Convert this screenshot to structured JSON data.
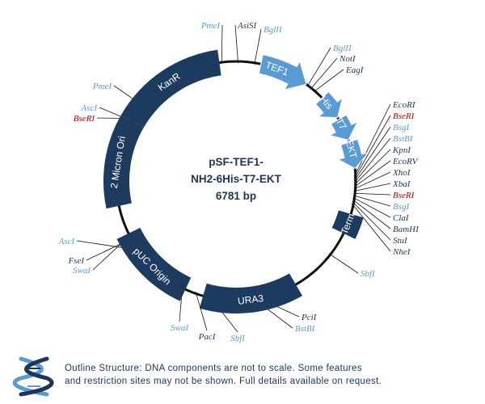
{
  "plasmid": {
    "name_line1": "pSF-TEF1-",
    "name_line2": "NH2-6His-T7-EKT",
    "size": "6781 bp"
  },
  "features": [
    {
      "name": "KanR",
      "kind": "block"
    },
    {
      "name": "TEF1",
      "kind": "arrow"
    },
    {
      "name": "His",
      "kind": "arrow"
    },
    {
      "name": "T7",
      "kind": "arrow"
    },
    {
      "name": "EKT",
      "kind": "arrow"
    },
    {
      "name": "Term",
      "kind": "block"
    },
    {
      "name": "URA3",
      "kind": "block"
    },
    {
      "name": "pUC Origin",
      "kind": "block"
    },
    {
      "name": "2 Micron Ori",
      "kind": "block"
    }
  ],
  "sites": [
    {
      "name": "PmeI",
      "style": "light"
    },
    {
      "name": "AsiSI",
      "style": "dark"
    },
    {
      "name": "BglII",
      "style": "light"
    },
    {
      "name": "BglII",
      "style": "light"
    },
    {
      "name": "NotI",
      "style": "dark"
    },
    {
      "name": "EagI",
      "style": "dark"
    },
    {
      "name": "EcoRI",
      "style": "dark"
    },
    {
      "name": "BseRI",
      "style": "red"
    },
    {
      "name": "BsgI",
      "style": "light"
    },
    {
      "name": "BstBI",
      "style": "light"
    },
    {
      "name": "KpnI",
      "style": "dark"
    },
    {
      "name": "EcoRV",
      "style": "dark"
    },
    {
      "name": "XhoI",
      "style": "dark"
    },
    {
      "name": "XbaI",
      "style": "dark"
    },
    {
      "name": "BseRI",
      "style": "red"
    },
    {
      "name": "BsgI",
      "style": "light"
    },
    {
      "name": "ClaI",
      "style": "dark"
    },
    {
      "name": "BamHI",
      "style": "dark"
    },
    {
      "name": "StuI",
      "style": "dark"
    },
    {
      "name": "NheI",
      "style": "dark"
    },
    {
      "name": "SbfI",
      "style": "light"
    },
    {
      "name": "PciI",
      "style": "dark"
    },
    {
      "name": "BstBI",
      "style": "light"
    },
    {
      "name": "SbfI",
      "style": "light"
    },
    {
      "name": "PacI",
      "style": "dark"
    },
    {
      "name": "SwaI",
      "style": "light"
    },
    {
      "name": "SwaI",
      "style": "light"
    },
    {
      "name": "FseI",
      "style": "dark"
    },
    {
      "name": "AscI",
      "style": "light"
    },
    {
      "name": "BseRI",
      "style": "red"
    },
    {
      "name": "AscI",
      "style": "light"
    },
    {
      "name": "PmeI",
      "style": "light"
    }
  ],
  "footer": {
    "line1": "Outline Structure: DNA components are not to scale. Some features",
    "line2": "and restriction sites may not be shown. Full details available on request."
  },
  "colors": {
    "block": "#1d3a5f",
    "arrow": "#5b9bd5",
    "site_dark": "#1d3557",
    "site_light": "#5b9bd5",
    "site_red": "#b30000"
  }
}
